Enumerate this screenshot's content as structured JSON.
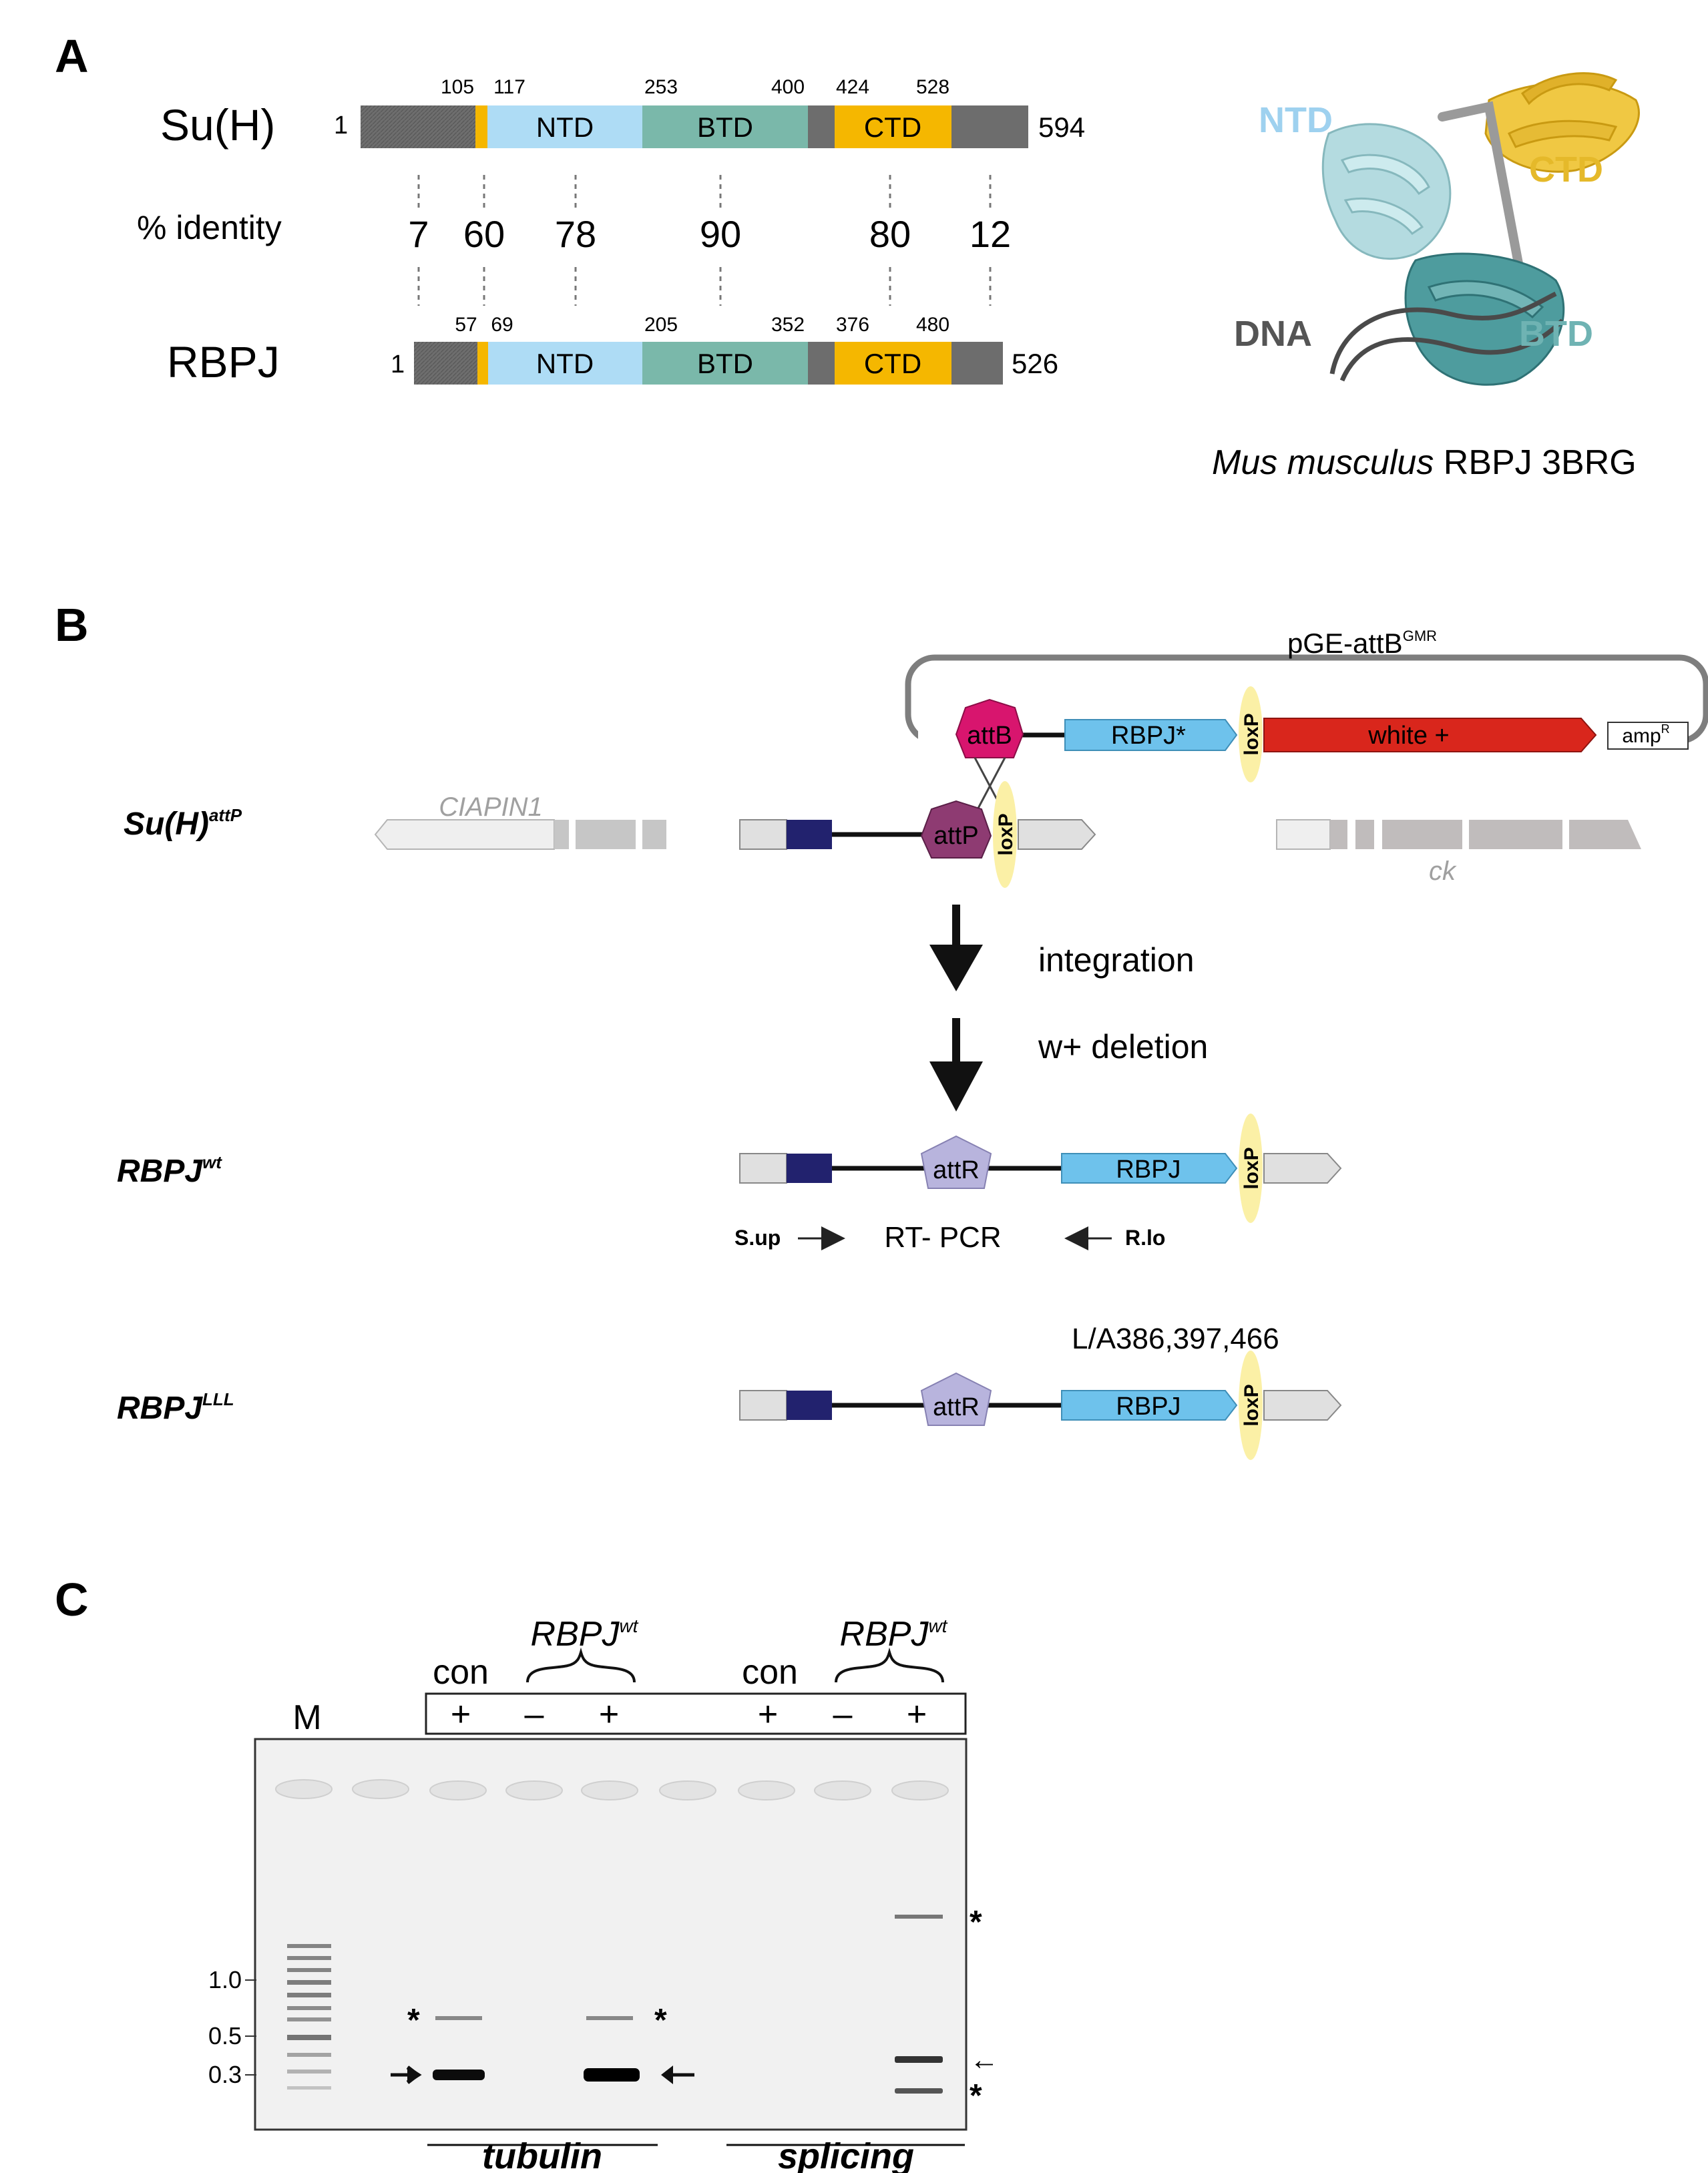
{
  "panel_a": {
    "label": "A",
    "su_h": {
      "name": "Su(H)",
      "start": "1",
      "end": "594",
      "ticks": [
        "105",
        "117",
        "253",
        "400",
        "424",
        "528"
      ]
    },
    "rbpj": {
      "name": "RBPJ",
      "start": "1",
      "end": "526",
      "ticks": [
        "57",
        "69",
        "205",
        "352",
        "376",
        "480"
      ]
    },
    "domains": {
      "ntd": "NTD",
      "btd": "BTD",
      "ctd": "CTD"
    },
    "identity_label": "% identity",
    "identity_values": [
      "7",
      "60",
      "78",
      "90",
      "80",
      "12"
    ],
    "structure": {
      "labels": {
        "ntd": "NTD",
        "ctd": "CTD",
        "dna": "DNA",
        "btd": "BTD"
      },
      "caption_species": "Mus musculus",
      "caption_rest": " RBPJ 3BRG"
    }
  },
  "panel_b": {
    "label": "B",
    "plasmid": {
      "name": "pGE-attB",
      "superscript": "GMR",
      "attb": "attB",
      "rbpj": "RBPJ*",
      "white": "white +",
      "amp": "amp",
      "amp_sup": "R",
      "loxp": "loxP"
    },
    "locus": {
      "label": "Su(H)",
      "label_sup": "attP",
      "attp": "attP",
      "loxp": "loxP",
      "left_gene": "CIAPIN1",
      "right_gene": "ck"
    },
    "steps": [
      "integration",
      "w+ deletion"
    ],
    "wt": {
      "label": "RBPJ",
      "label_sup": "wt",
      "attr": "attR",
      "rbpj": "RBPJ",
      "loxp": "loxP",
      "primer_up": "S.up",
      "primer_lo": "R.lo",
      "rtpcr": "RT- PCR"
    },
    "lll": {
      "label": "RBPJ",
      "label_sup": "LLL",
      "attr": "attR",
      "rbpj": "RBPJ",
      "loxp": "loxP",
      "mutation": "L/A386,397,466"
    }
  },
  "panel_c": {
    "label": "C",
    "marker_label": "M",
    "groups": [
      {
        "con": "con",
        "rbpj": "RBPJ",
        "rbpj_sup": "wt",
        "signs": [
          "+",
          "–",
          "+"
        ]
      },
      {
        "con": "con",
        "rbpj": "RBPJ",
        "rbpj_sup": "wt",
        "signs": [
          "+",
          "–",
          "+"
        ]
      }
    ],
    "size_markers": [
      "1.0",
      "0.5",
      "0.3"
    ],
    "bottom_labels": [
      "tubulin",
      "splicing"
    ],
    "star": "*"
  },
  "colors": {
    "ntd": "#aedcf5",
    "btd": "#7ab8aa",
    "ctd": "#f5b700",
    "dark_grey": "#6d6d6d",
    "attb": "#d8156e",
    "attp": "#8e3b72",
    "attr": "#b8b4dd",
    "white": "#d9261c",
    "rbpj_blue": "#6ec2ec",
    "loxp": "#fbf0a6",
    "navy": "#22226e"
  }
}
